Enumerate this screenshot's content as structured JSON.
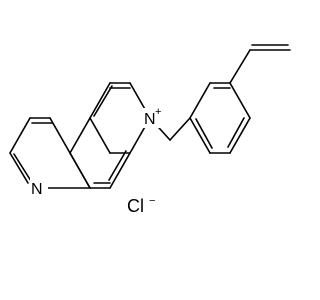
{
  "structure": {
    "ring_nitrogen_label": "N",
    "pyridinium_nitrogen_label": "N",
    "pyridinium_charge": "+",
    "counterion_label": "Cl",
    "counterion_charge": "−"
  },
  "colors": {
    "bond": "#000000",
    "text": "#000000",
    "background": "#ffffff"
  }
}
